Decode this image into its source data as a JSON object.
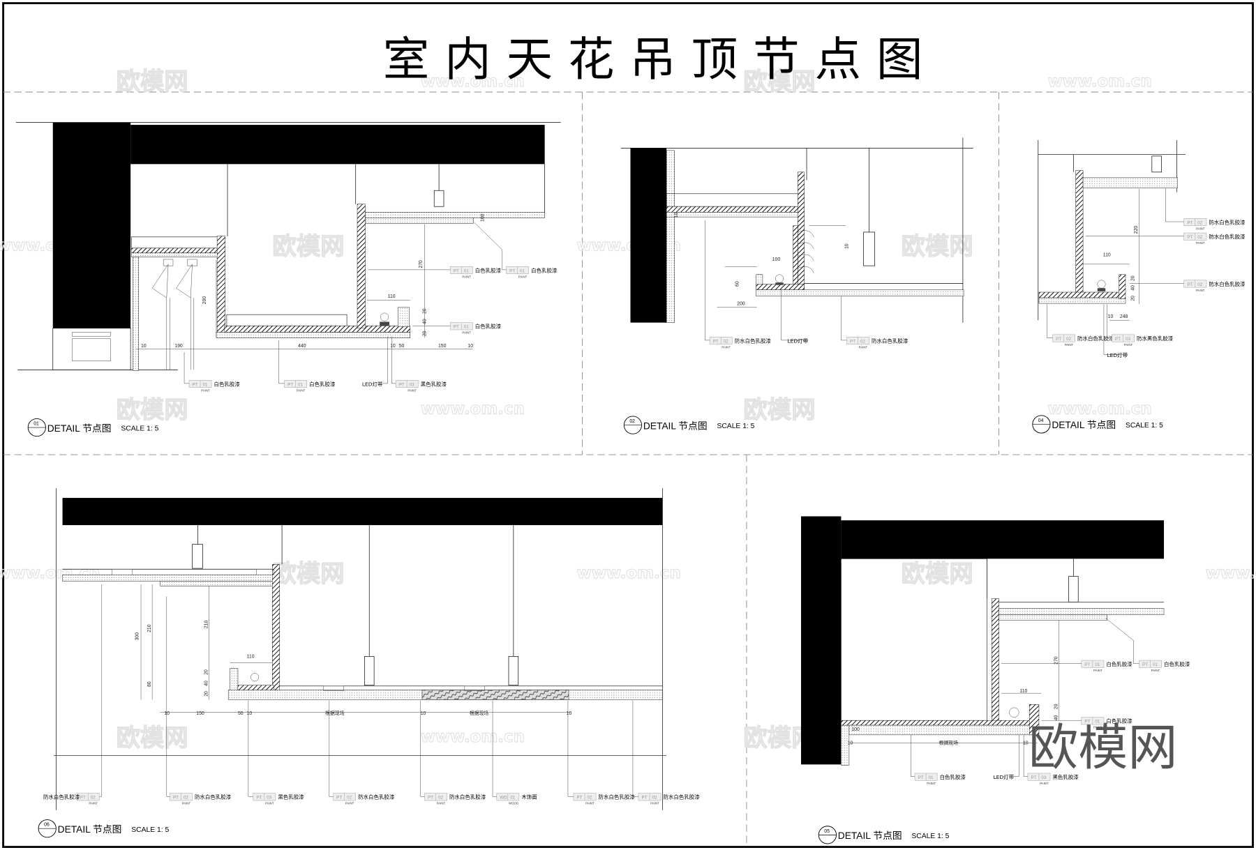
{
  "title": "室内天花吊顶节点图",
  "watermarks": {
    "logo": "欧模网",
    "url": "www.om.cn",
    "big": "欧模网"
  },
  "tag_sub": {
    "paint": "PAINT",
    "wood": "WOOD"
  },
  "panels": {
    "p01": {
      "number": "01",
      "detail": "DETAIL",
      "name": "节点图",
      "scale": "SCALE 1: 5",
      "dims": [
        "190",
        "440",
        "50",
        "150",
        "270",
        "200",
        "110",
        "20",
        "40",
        "20",
        "100",
        "10",
        "10",
        "10"
      ],
      "labels": [
        {
          "code": "PT",
          "num": "01",
          "text": "白色乳胶漆"
        },
        {
          "code": "PT",
          "num": "01",
          "text": "白色乳胶漆"
        },
        {
          "code": "",
          "num": "",
          "text": "LED灯带"
        },
        {
          "code": "PT",
          "num": "03",
          "text": "黑色乳胶漆"
        },
        {
          "code": "PT",
          "num": "01",
          "text": "白色乳胶漆"
        },
        {
          "code": "PT",
          "num": "01",
          "text": "白色乳胶漆"
        },
        {
          "code": "PT",
          "num": "01",
          "text": "白色乳胶漆"
        }
      ]
    },
    "p02": {
      "number": "02",
      "detail": "DETAIL",
      "name": "节点图",
      "scale": "SCALE 1: 5",
      "dims": [
        "100",
        "60",
        "200",
        "10",
        "10"
      ],
      "labels": [
        {
          "code": "PT",
          "num": "02",
          "text": "防水白色乳胶漆"
        },
        {
          "code": "",
          "num": "",
          "text": "LED灯带"
        },
        {
          "code": "PT",
          "num": "02",
          "text": "防水白色乳胶漆"
        }
      ]
    },
    "p04": {
      "number": "04",
      "detail": "DETAIL",
      "name": "节点图",
      "scale": "SCALE 1: 5",
      "dims": [
        "220",
        "110",
        "20",
        "40",
        "20",
        "10",
        "248"
      ],
      "labels": [
        {
          "code": "PT",
          "num": "02",
          "text": "防水白色乳胶漆"
        },
        {
          "code": "PT",
          "num": "02",
          "text": "防水白色乳胶漆"
        },
        {
          "code": "PT",
          "num": "02",
          "text": "防水白色乳胶漆"
        },
        {
          "code": "PT",
          "num": "02",
          "text": "防水白色乳胶漆"
        },
        {
          "code": "PT",
          "num": "03",
          "text": "防水黑色乳胶漆"
        },
        {
          "code": "",
          "num": "",
          "text": "LED灯带"
        }
      ]
    },
    "p06": {
      "number": "06",
      "detail": "DETAIL",
      "name": "节点图",
      "scale": "SCALE 1: 5",
      "dims": [
        "300",
        "210",
        "210",
        "80",
        "110",
        "20",
        "40",
        "20",
        "150",
        "50",
        "根据现场",
        "根据现场",
        "10",
        "10",
        "10",
        "10"
      ],
      "labels": [
        {
          "code": "PT",
          "num": "02",
          "text": "防水白色乳胶漆"
        },
        {
          "code": "PT",
          "num": "02",
          "text": "防水白色乳胶漆"
        },
        {
          "code": "PT",
          "num": "03",
          "text": "黑色乳胶漆"
        },
        {
          "code": "PT",
          "num": "02",
          "text": "防水白色乳胶漆"
        },
        {
          "code": "PT",
          "num": "02",
          "text": "防水白色乳胶漆"
        },
        {
          "code": "WD",
          "num": "01",
          "text": "木饰面"
        },
        {
          "code": "PT",
          "num": "02",
          "text": "防水白色乳胶漆"
        },
        {
          "code": "PT",
          "num": "02",
          "text": "防水白色乳胶漆"
        }
      ]
    },
    "p05": {
      "number": "05",
      "detail": "DETAIL",
      "name": "节点图",
      "scale": "SCALE 1: 5",
      "dims": [
        "270",
        "110",
        "20",
        "40",
        "根据现场",
        "10",
        "10",
        "100"
      ],
      "labels": [
        {
          "code": "PT",
          "num": "01",
          "text": "白色乳胶漆"
        },
        {
          "code": "PT",
          "num": "01",
          "text": "白色乳胶漆"
        },
        {
          "code": "PT",
          "num": "01",
          "text": "白色乳胶漆"
        },
        {
          "code": "PT",
          "num": "01",
          "text": "白色乳胶漆"
        },
        {
          "code": "",
          "num": "",
          "text": "LED灯带"
        },
        {
          "code": "PT",
          "num": "03",
          "text": "黑色乳胶漆"
        }
      ]
    }
  }
}
